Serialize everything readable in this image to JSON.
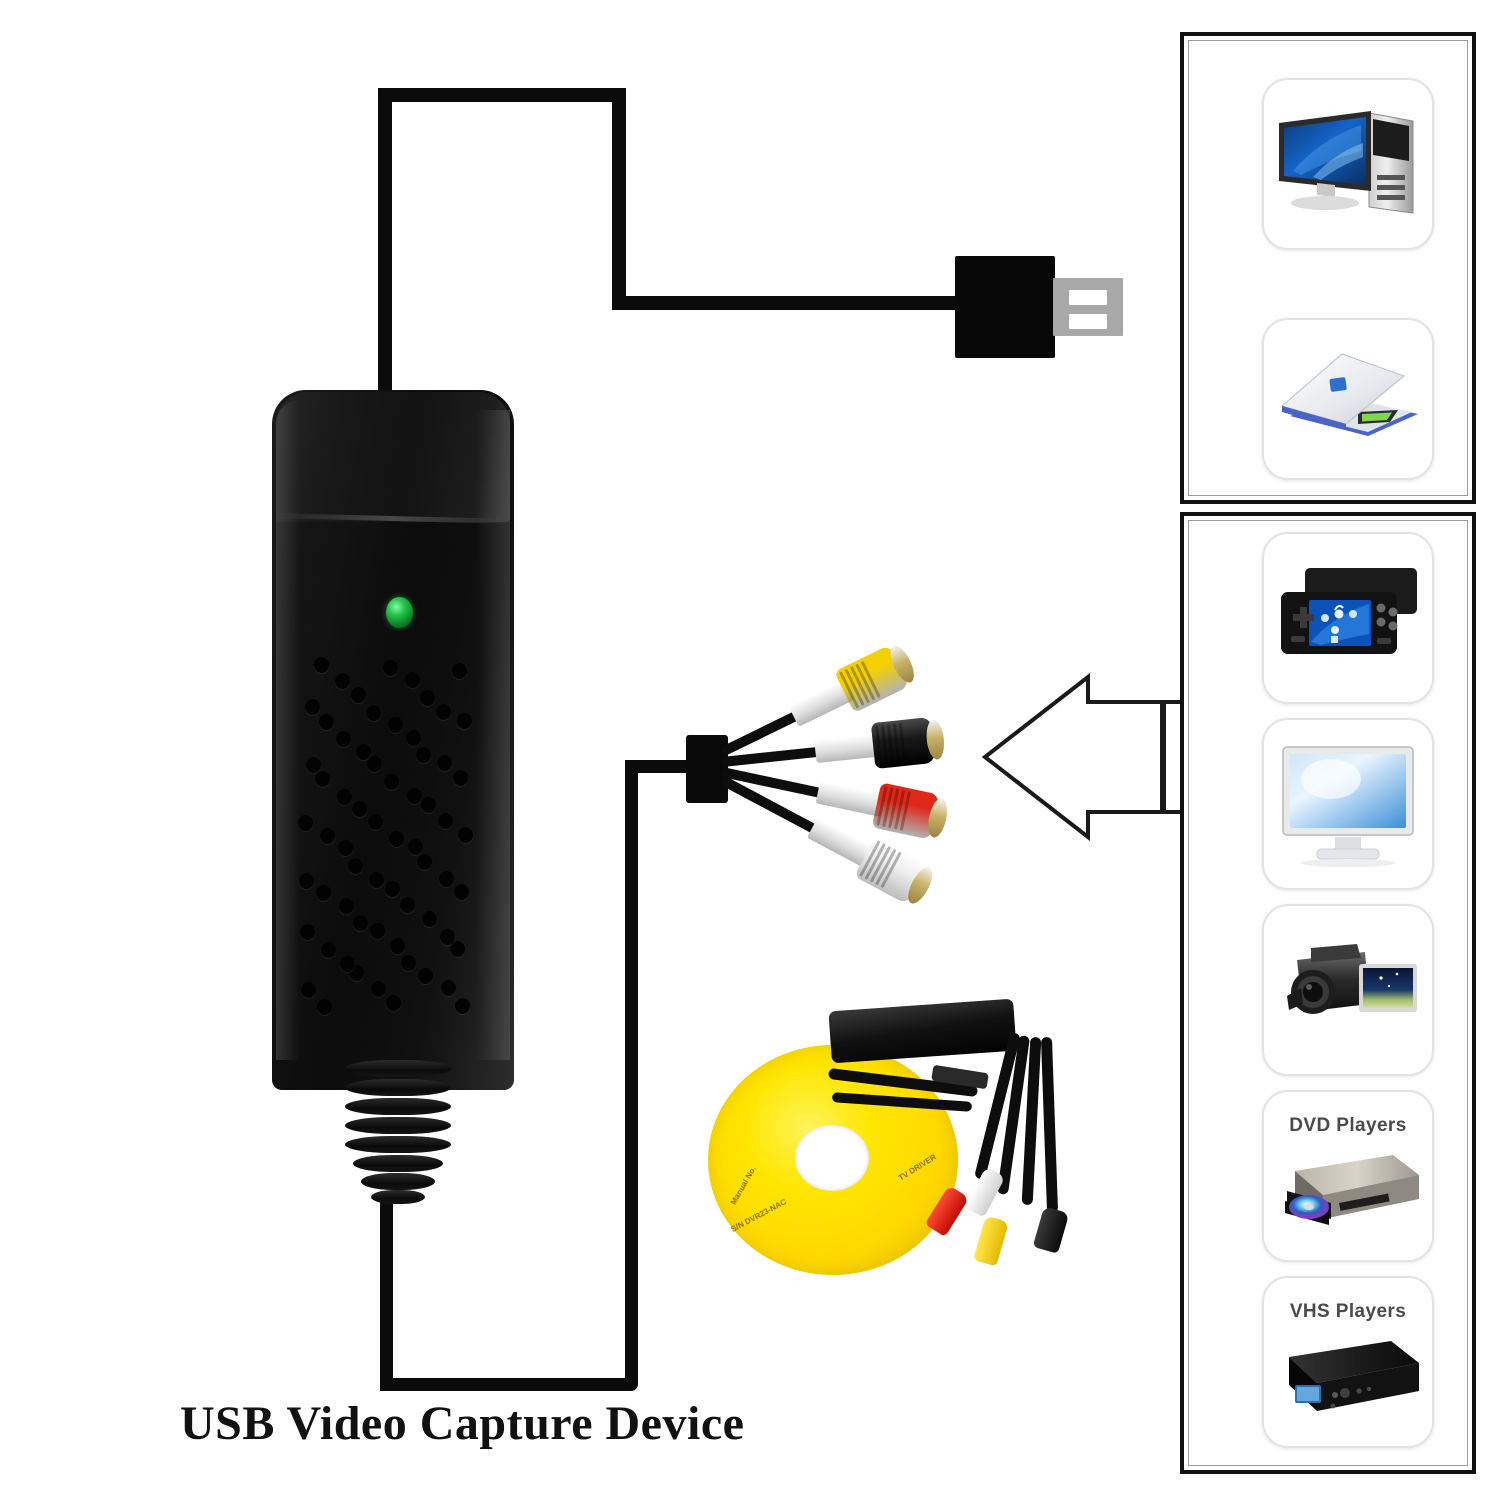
{
  "caption": {
    "text": "USB Video Capture Device"
  },
  "device": {
    "name": "USB Video Capture Device",
    "led_color": "#27c24c",
    "body_color": "#0c0c0c",
    "indicator_label": "power-led"
  },
  "usb": {
    "connector_type": "USB-A",
    "housing_color": "#080808",
    "contact_color": "#a8a8a8"
  },
  "rca": {
    "connectors": [
      {
        "name": "video-in",
        "color_name": "yellow",
        "color": "#f5d000"
      },
      {
        "name": "s-video-in",
        "color_name": "black",
        "color": "#111111"
      },
      {
        "name": "audio-right-in",
        "color_name": "red",
        "color": "#e02718"
      },
      {
        "name": "audio-left-in",
        "color_name": "white",
        "color": "#f4f4f4"
      }
    ]
  },
  "arrow": {
    "direction": "left",
    "meaning": "signal-source-to-capture-input"
  },
  "panels": [
    {
      "id": "output-devices",
      "items": [
        {
          "id": "desktop-pc",
          "label": "",
          "icon": "desktop-computer-icon"
        },
        {
          "id": "laptop",
          "label": "",
          "icon": "laptop-icon"
        }
      ]
    },
    {
      "id": "source-devices",
      "items": [
        {
          "id": "handheld-game-console",
          "label": "",
          "icon": "game-console-icon"
        },
        {
          "id": "lcd-monitor",
          "label": "",
          "icon": "monitor-icon"
        },
        {
          "id": "camcorder",
          "label": "",
          "icon": "camcorder-icon"
        },
        {
          "id": "dvd-player",
          "label": "DVD Players",
          "icon": "dvd-player-icon"
        },
        {
          "id": "vhs-player",
          "label": "VHS Players",
          "icon": "vhs-player-icon"
        }
      ]
    }
  ],
  "bundle": {
    "id": "package-contents-photo",
    "items": [
      {
        "id": "driver-cd",
        "label": "",
        "color": "#ffe600"
      },
      {
        "id": "capture-dongle",
        "label": ""
      },
      {
        "id": "usb-cable",
        "label": ""
      },
      {
        "id": "av-breakout-cable",
        "label": ""
      }
    ],
    "cd_markings": [
      "S/N DVR23-NAC",
      "Manual No.",
      "TV DRIVER"
    ]
  }
}
